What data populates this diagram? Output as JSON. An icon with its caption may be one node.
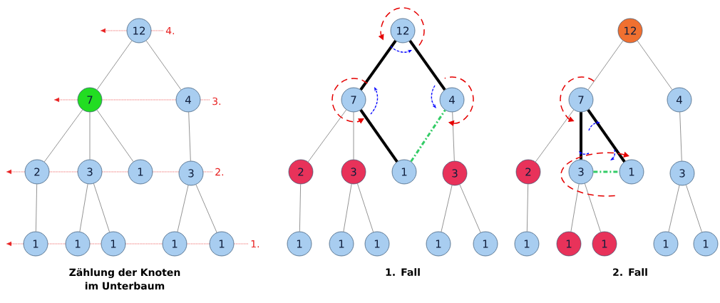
{
  "diagram": {
    "nodes": [
      {
        "text": [
          "12"
        ]
      },
      {
        "text": [
          "7"
        ]
      },
      {
        "text": [
          "4"
        ]
      },
      {
        "text": [
          "2"
        ]
      },
      {
        "text": [
          "3"
        ]
      },
      {
        "text": [
          "1"
        ]
      },
      {
        "text": [
          "3"
        ]
      },
      {
        "text": [
          "1"
        ]
      },
      {
        "text": [
          "1"
        ]
      },
      {
        "text": [
          "1"
        ]
      },
      {
        "text": [
          "1"
        ]
      },
      {
        "text": [
          "1"
        ]
      },
      {
        "text": [
          "12"
        ]
      },
      {
        "text": [
          "7"
        ]
      },
      {
        "text": [
          "4"
        ]
      },
      {
        "text": [
          "2"
        ]
      },
      {
        "text": [
          "3"
        ]
      },
      {
        "text": [
          "1"
        ]
      },
      {
        "text": [
          "3"
        ]
      },
      {
        "text": [
          "1"
        ]
      },
      {
        "text": [
          "1"
        ]
      },
      {
        "text": [
          "1"
        ]
      },
      {
        "text": [
          "1"
        ]
      },
      {
        "text": [
          "1"
        ]
      },
      {
        "text": [
          "12"
        ]
      },
      {
        "text": [
          "7"
        ]
      },
      {
        "text": [
          "4"
        ]
      },
      {
        "text": [
          "2"
        ]
      },
      {
        "text": [
          "3"
        ]
      },
      {
        "text": [
          "1"
        ]
      },
      {
        "text": [
          "3"
        ]
      },
      {
        "text": [
          "1"
        ]
      },
      {
        "text": [
          "1"
        ]
      },
      {
        "text": [
          "1"
        ]
      },
      {
        "text": [
          "1"
        ]
      },
      {
        "text": [
          "1"
        ]
      }
    ],
    "edges": [
      {
        "from": 0,
        "to": 1,
        "arrow": "none"
      },
      {
        "from": 0,
        "to": 2,
        "arrow": "none"
      },
      {
        "from": 1,
        "to": 3,
        "arrow": "none"
      },
      {
        "from": 1,
        "to": 4,
        "arrow": "none"
      },
      {
        "from": 1,
        "to": 5,
        "arrow": "none"
      },
      {
        "from": 2,
        "to": 6,
        "arrow": "none"
      },
      {
        "from": 3,
        "to": 7,
        "arrow": "none"
      },
      {
        "from": 4,
        "to": 8,
        "arrow": "none"
      },
      {
        "from": 4,
        "to": 9,
        "arrow": "none"
      },
      {
        "from": 6,
        "to": 10,
        "arrow": "none"
      },
      {
        "from": 6,
        "to": 11,
        "arrow": "none"
      },
      {
        "from": 12,
        "to": 13,
        "arrow": "none",
        "style": "thick",
        "color": "#000000"
      },
      {
        "from": 12,
        "to": 14,
        "arrow": "none",
        "style": "thick",
        "color": "#000000"
      },
      {
        "from": 13,
        "to": 15,
        "arrow": "none"
      },
      {
        "from": 13,
        "to": 16,
        "arrow": "none"
      },
      {
        "from": 13,
        "to": 17,
        "arrow": "none",
        "style": "thick",
        "color": "#000000"
      },
      {
        "from": 14,
        "to": 18,
        "arrow": "none"
      },
      {
        "from": 15,
        "to": 19,
        "arrow": "none"
      },
      {
        "from": 16,
        "to": 20,
        "arrow": "none"
      },
      {
        "from": 16,
        "to": 21,
        "arrow": "none"
      },
      {
        "from": 18,
        "to": 22,
        "arrow": "none"
      },
      {
        "from": 18,
        "to": 23,
        "arrow": "none"
      },
      {
        "from": 17,
        "to": 14,
        "arrow": "none",
        "style": "dashed",
        "color": "#33cc66"
      },
      {
        "from": 24,
        "to": 25,
        "arrow": "none"
      },
      {
        "from": 24,
        "to": 26,
        "arrow": "none"
      },
      {
        "from": 25,
        "to": 27,
        "arrow": "none"
      },
      {
        "from": 25,
        "to": 28,
        "arrow": "none",
        "style": "thick",
        "color": "#000000"
      },
      {
        "from": 25,
        "to": 29,
        "arrow": "none",
        "style": "thick",
        "color": "#000000"
      },
      {
        "from": 26,
        "to": 30,
        "arrow": "none"
      },
      {
        "from": 27,
        "to": 31,
        "arrow": "none"
      },
      {
        "from": 28,
        "to": 32,
        "arrow": "none"
      },
      {
        "from": 28,
        "to": 33,
        "arrow": "none"
      },
      {
        "from": 30,
        "to": 34,
        "arrow": "none"
      },
      {
        "from": 30,
        "to": 35,
        "arrow": "none"
      },
      {
        "from": 28,
        "to": 29,
        "arrow": "none",
        "style": "dashed",
        "color": "#33cc66"
      }
    ],
    "labels": [
      "4.",
      "3.",
      "2.",
      "1.",
      "Zählung der Knoten im Unterbaum",
      "1. Fall",
      "2. Fall"
    ]
  }
}
